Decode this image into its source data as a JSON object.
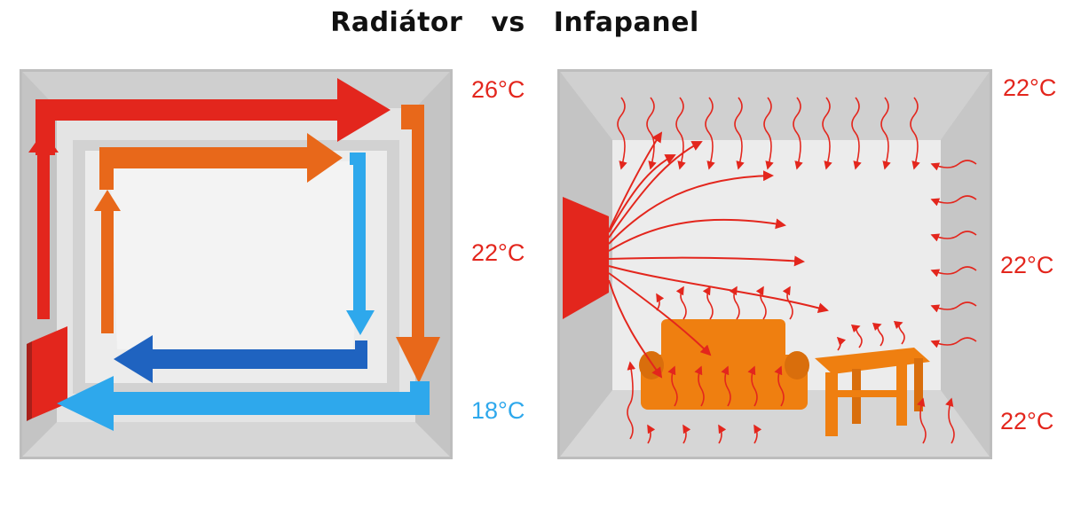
{
  "title": {
    "left": "Radiátor",
    "vs": "vs",
    "right": "Infapanel"
  },
  "radiator": {
    "temps": {
      "top": "26°C",
      "middle": "22°C",
      "bottom": "18°C"
    }
  },
  "infrapanel": {
    "temps": {
      "top": "22°C",
      "middle": "22°C",
      "bottom": "22°C"
    }
  },
  "colors": {
    "hot": "#e3261d",
    "warm": "#e8681a",
    "cool": "#2ea8ec",
    "cold": "#1f63c0",
    "furniture": "#ef7f10",
    "wall": "#c8c8c8",
    "floor": "#dcdcdc",
    "back_wall": "#ebebeb",
    "temp_hot_text": "#e3261d",
    "temp_cold_text": "#2ea8ec"
  }
}
